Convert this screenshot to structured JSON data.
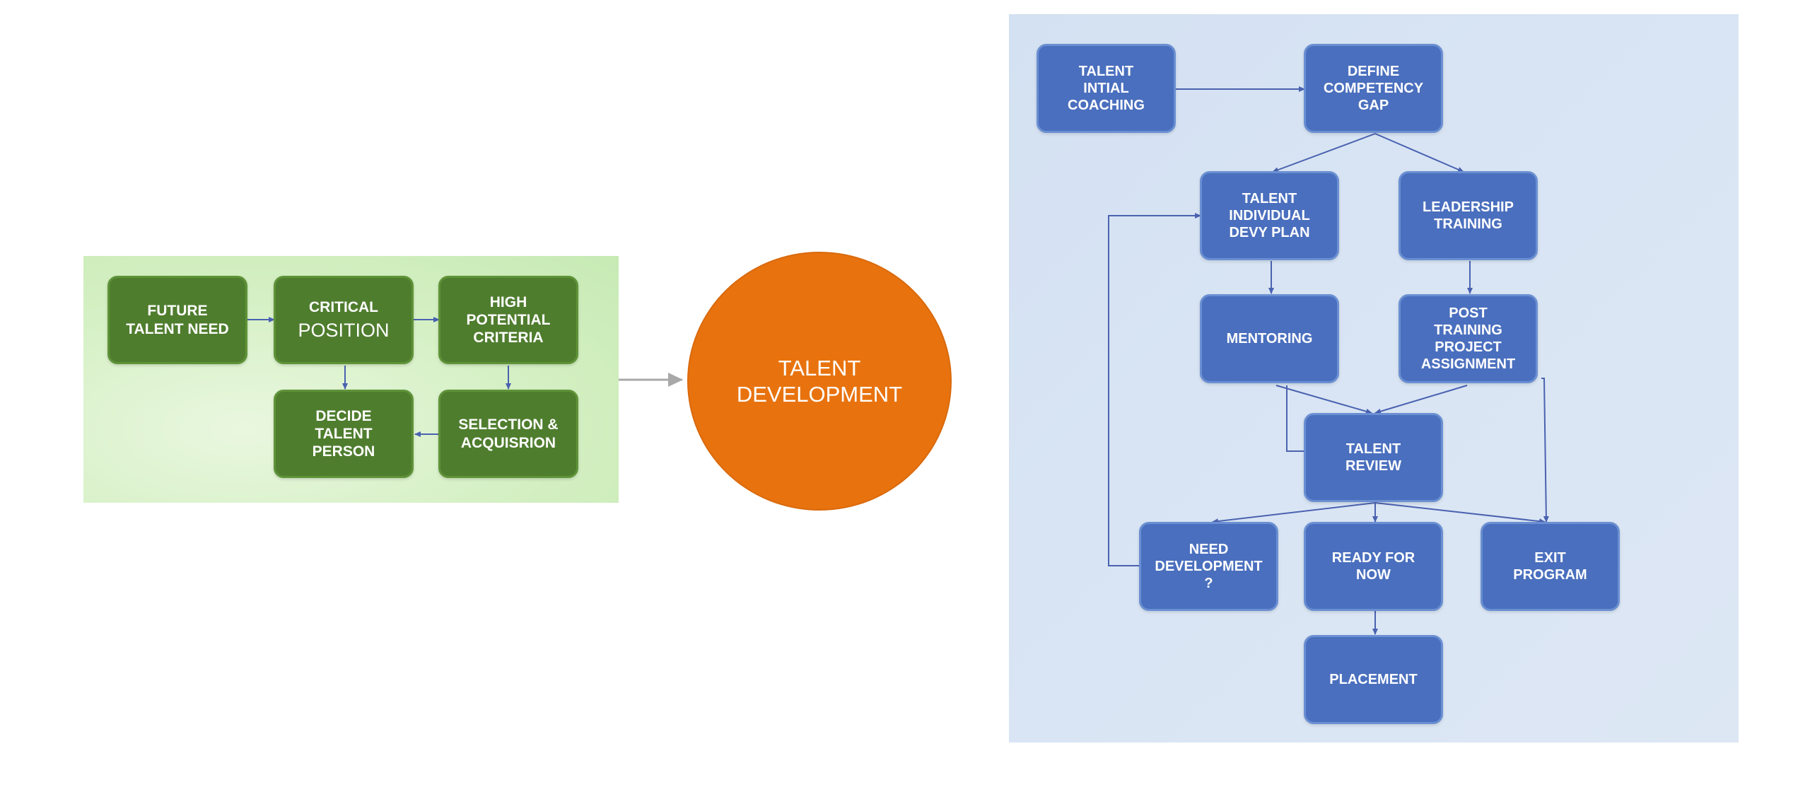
{
  "left_flow": {
    "future_talent_need": "FUTURE\nTALENT NEED",
    "critical_position_line1": "CRITICAL",
    "critical_position_line2": "POSITION",
    "high_potential_criteria": "HIGH\nPOTENTIAL\nCRITERIA",
    "decide_talent_person": "DECIDE\nTALENT\nPERSON",
    "selection_acquisition": "SELECTION &\nACQUISRION"
  },
  "center": {
    "talent_development": "TALENT\nDEVELOPMENT"
  },
  "right_flow": {
    "talent_initial_coaching": "TALENT\nINTIAL\nCOACHING",
    "define_competency_gap": "DEFINE\nCOMPETENCY\nGAP",
    "talent_individual_devy_plan": "TALENT\nINDIVIDUAL\nDEVY PLAN",
    "leadership_training": "LEADERSHIP\nTRAINING",
    "mentoring": "MENTORING",
    "post_training_project_assignment": "POST\nTRAINING\nPROJECT\nASSIGNMENT",
    "talent_review": "TALENT\nREVIEW",
    "need_development": "NEED\nDEVELOPMENT\n?",
    "ready_for_now": "READY FOR\nNOW",
    "exit_program": "EXIT\nPROGRAM",
    "placement": "PLACEMENT"
  },
  "colors": {
    "green_box": "#4f7d2e",
    "green_panel": "#d5f0c4",
    "orange_circle": "#e8730e",
    "blue_box": "#4a6fbe",
    "blue_panel": "#d9e5f4",
    "connector": "#4a62b0",
    "main_arrow": "#a8a8a8"
  }
}
